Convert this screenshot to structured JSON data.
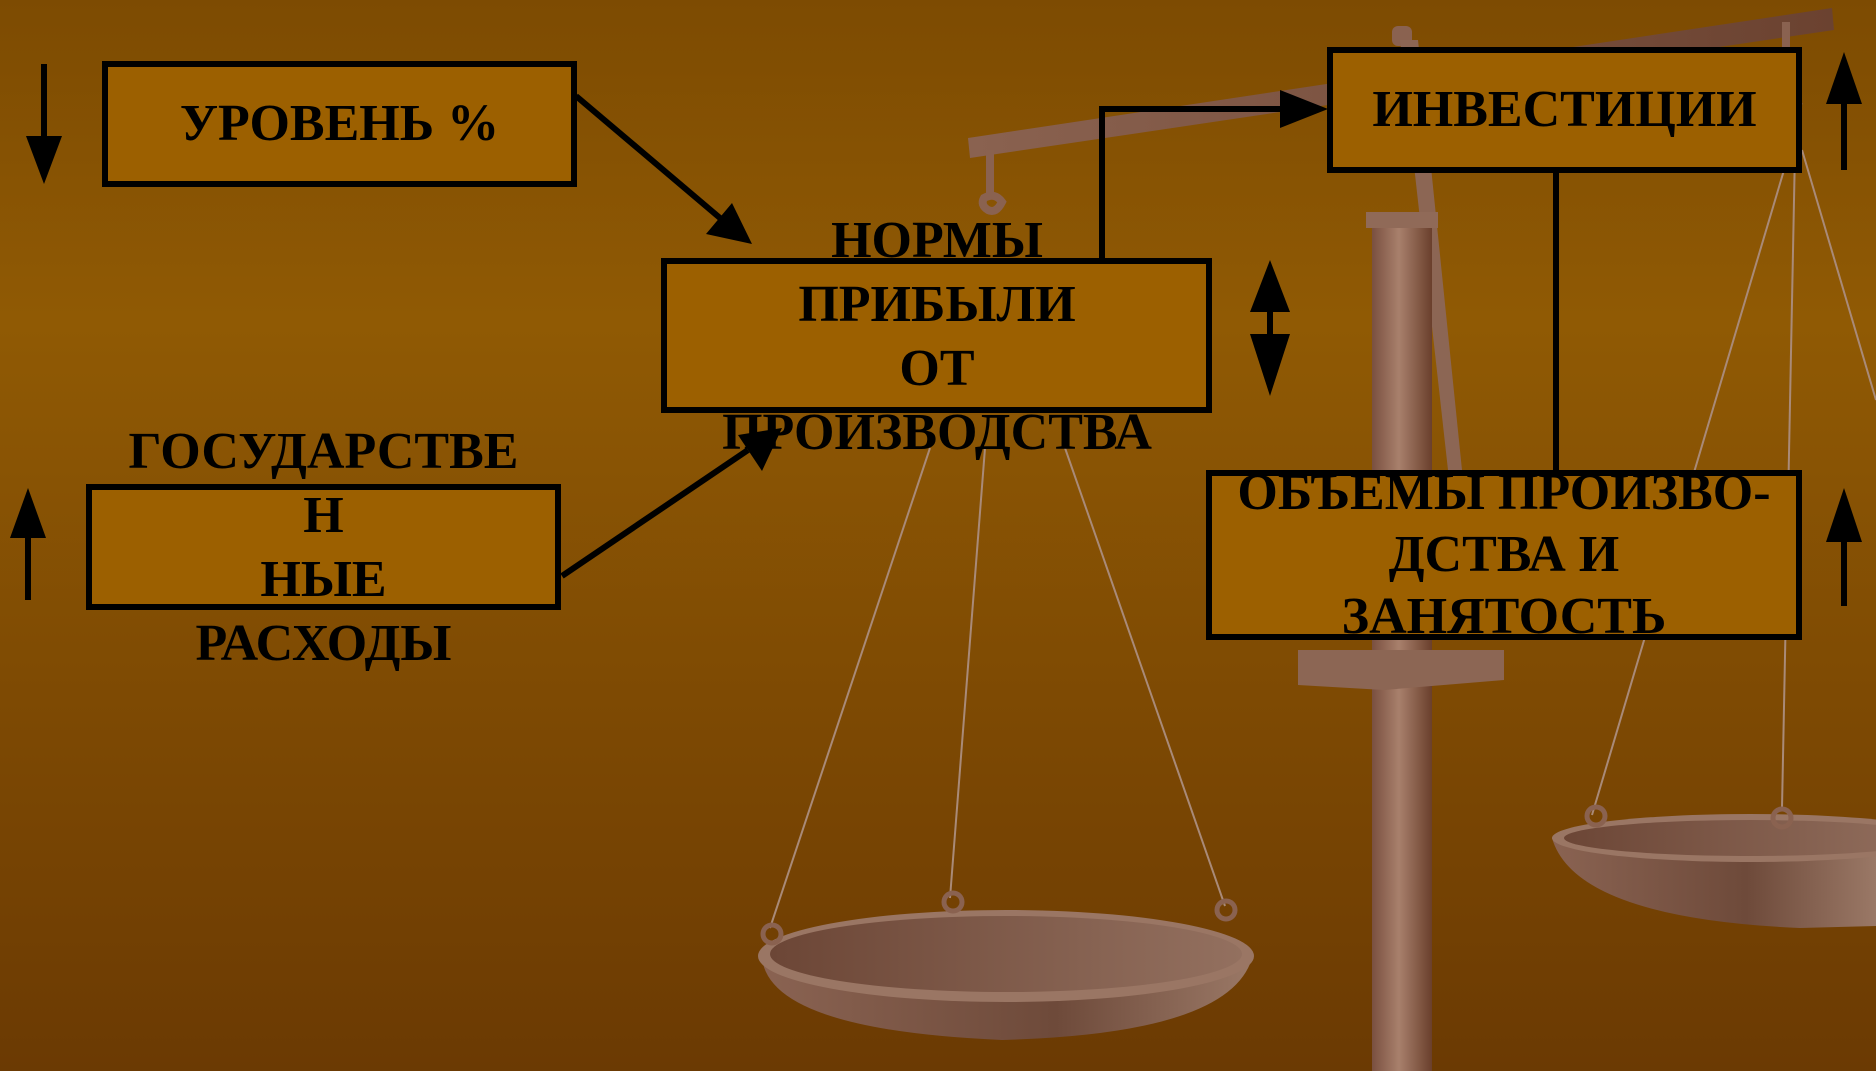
{
  "diagram": {
    "labels": {
      "interest_rate": "УРОВЕНЬ %",
      "profit_norms": "НОРМЫ\nПРИБЫЛИ\nОТ\nПРОИЗВОДСТВА",
      "investments": "ИНВЕСТИЦИИ",
      "government_spending": "ГОСУДАРСТВЕ\nН\nНЫЕ\nРАСХОДЫ",
      "output_employment": "ОБЪЕМЫ ПРОИЗВО-\nДСТВА И\nЗАНЯТОСТЬ"
    },
    "trends": {
      "interest_rate": "down",
      "government_spending": "up",
      "profit_norms": "up-down",
      "investments": "up",
      "output_employment": "up"
    }
  },
  "colors": {
    "background_top": "#7d4b02",
    "background_mid": "#905a04",
    "background_bottom": "#6b3a03",
    "box_fill": "#9c6000",
    "box_border": "#000000",
    "scale_metal": "#8a6050"
  }
}
